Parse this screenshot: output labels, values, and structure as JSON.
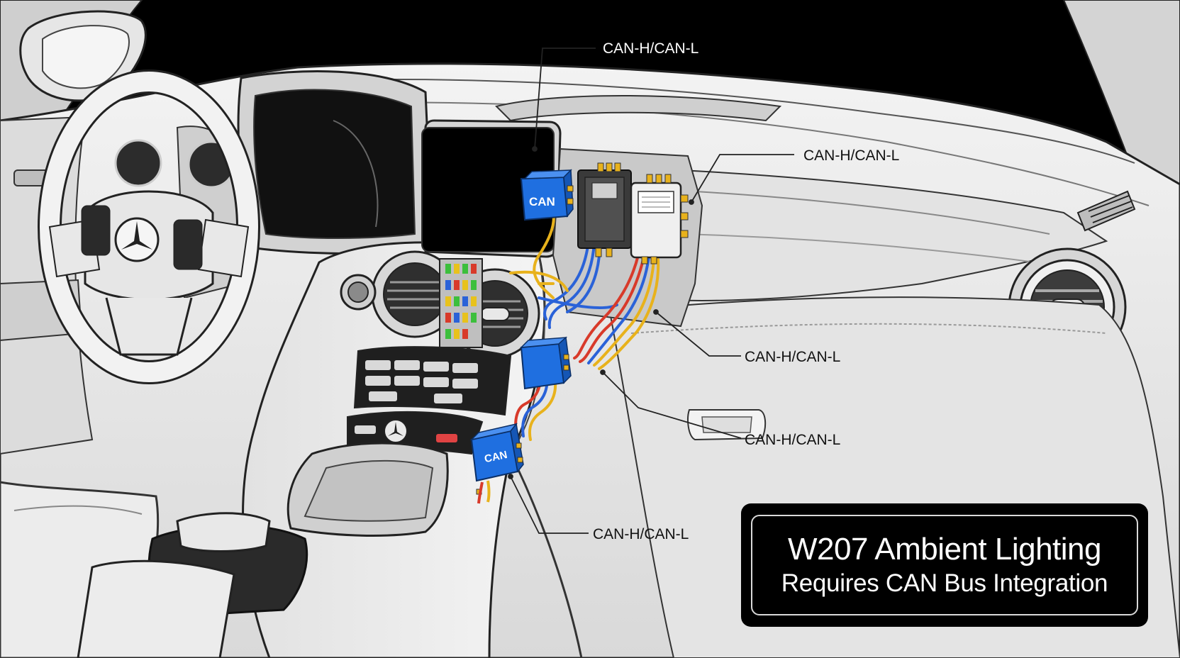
{
  "title": {
    "line1": "W207 Ambient Lighting",
    "line2": "Requires CAN Bus Integration"
  },
  "callouts": [
    "CAN-H/CAN-L",
    "CAN-H/CAN-L",
    "CAN-H/CAN-L",
    "CAN-H/CAN-L",
    "CAN-H/CAN-L"
  ],
  "modules": {
    "can_label_top": "CAN",
    "can_label_lower": "CAN"
  },
  "colors": {
    "interior": "#e9e9e9",
    "outline": "#2b2b2b",
    "can_module": "#1f6fe0",
    "wire_blue": "#2a62d8",
    "wire_red": "#d83a2a",
    "wire_yellow": "#e8b21c",
    "background": "#000000"
  },
  "icons": [
    "mercedes-star-icon",
    "air-vent-icon",
    "steering-wheel-icon"
  ]
}
